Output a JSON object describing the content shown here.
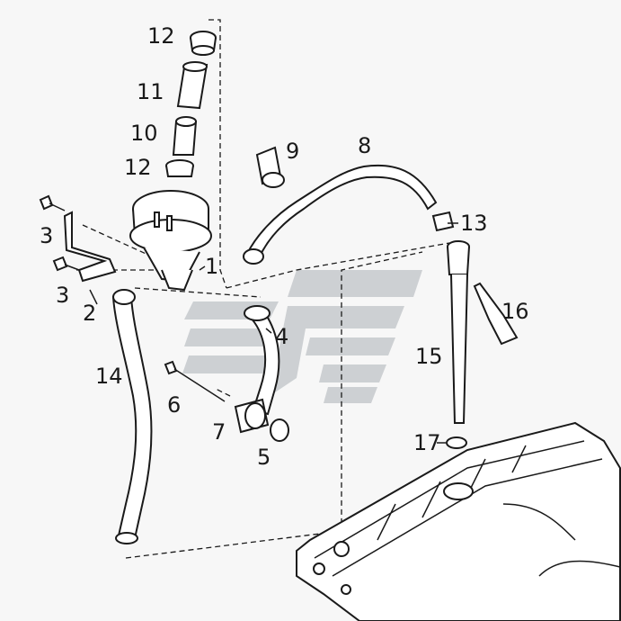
{
  "diagram": {
    "callouts": [
      {
        "id": "c1",
        "text": "1"
      },
      {
        "id": "c2",
        "text": "2"
      },
      {
        "id": "c3a",
        "text": "3"
      },
      {
        "id": "c3b",
        "text": "3"
      },
      {
        "id": "c4",
        "text": "4"
      },
      {
        "id": "c5",
        "text": "5"
      },
      {
        "id": "c6",
        "text": "6"
      },
      {
        "id": "c7",
        "text": "7"
      },
      {
        "id": "c8",
        "text": "8"
      },
      {
        "id": "c9",
        "text": "9"
      },
      {
        "id": "c10",
        "text": "10"
      },
      {
        "id": "c11",
        "text": "11"
      },
      {
        "id": "c12a",
        "text": "12"
      },
      {
        "id": "c12b",
        "text": "12"
      },
      {
        "id": "c13",
        "text": "13"
      },
      {
        "id": "c14",
        "text": "14"
      },
      {
        "id": "c15",
        "text": "15"
      },
      {
        "id": "c16",
        "text": "16"
      },
      {
        "id": "c17",
        "text": "17"
      }
    ]
  }
}
